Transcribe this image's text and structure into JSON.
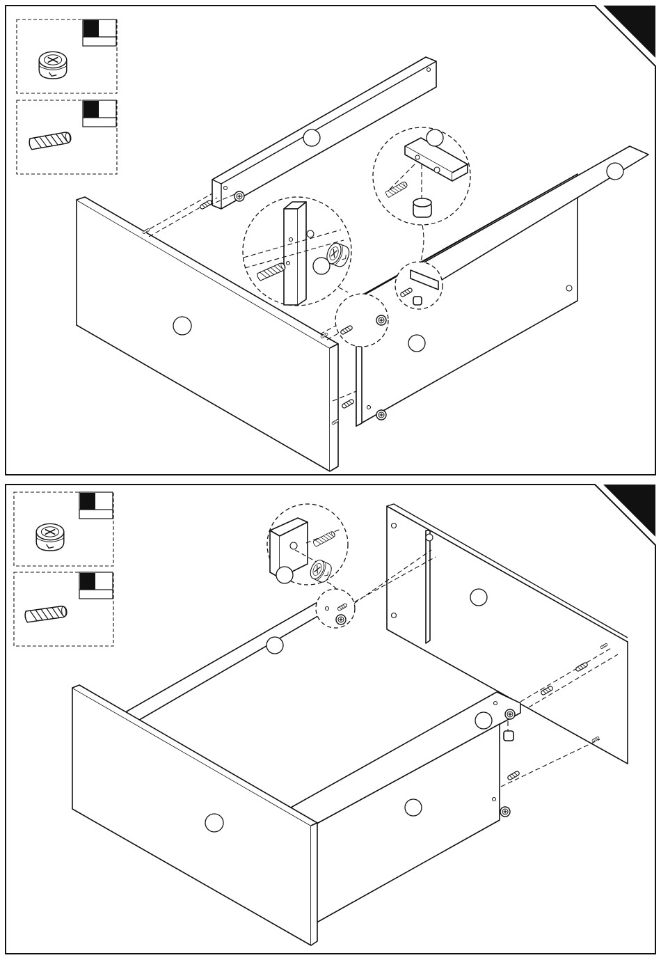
{
  "page": {
    "background": "#ffffff",
    "ink": "#111111"
  },
  "steps": [
    {
      "panel": "top",
      "parts": [
        "cam-lock",
        "wooden-dowel"
      ],
      "callouts": [
        "",
        "",
        "",
        "",
        "",
        ""
      ]
    },
    {
      "panel": "bottom",
      "parts": [
        "cam-lock",
        "wooden-dowel"
      ],
      "callouts": [
        "",
        "",
        "",
        "",
        ""
      ]
    }
  ],
  "icons": [
    "cam-lock-icon",
    "wooden-dowel-icon",
    "cam-screw-icon",
    "drawer-slide-rail"
  ]
}
